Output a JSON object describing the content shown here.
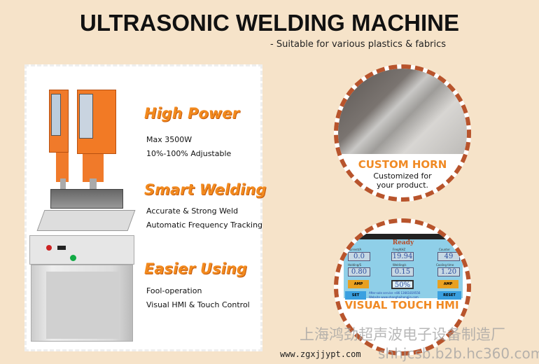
{
  "header": {
    "title": "ULTRASONIC WELDING MACHINE",
    "subtitle": "- Suitable for various plastics & fabrics"
  },
  "features": [
    {
      "heading": "High Power",
      "lines": [
        "Max 3500W",
        "10%-100% Adjustable"
      ]
    },
    {
      "heading": "Smart Welding",
      "lines": [
        "Accurate & Strong Weld",
        "Automatic Frequency Tracking"
      ]
    },
    {
      "heading": "Easier Using",
      "lines": [
        "Fool-operation",
        "Visual HMI & Touch Control"
      ]
    }
  ],
  "custom_horn": {
    "heading": "CUSTOM HORN",
    "text": "Customized for your product."
  },
  "visual_touch": {
    "heading": "VISUAL TOUCH HMI"
  },
  "hmi": {
    "status": "Ready",
    "current_label": "Current/A",
    "current": "0.0",
    "freq_label": "Freq/KHZ",
    "freq": "19.94",
    "counter_label": "Counter",
    "counter": "49",
    "holding_label": "Holding/S",
    "holding": "0.80",
    "welding_label": "Welding/s",
    "welding": "0.15",
    "cooling_label": "Cooling time",
    "cooling": "1.20",
    "amp": "50%",
    "amp_down": "AMP",
    "amp_up": "AMP",
    "set": "SET",
    "reset": "RESET",
    "service": "After-sale service  +86 13661819556",
    "website": "Website  www.shanghaihongjin.com"
  },
  "watermark": {
    "company": "上海鸿劲超声波电子设备制造厂",
    "site1": "www.zgxjjypt.com",
    "site2": "shhjcsb.b2b.hc360.com"
  },
  "colors": {
    "background": "#f6e3c9",
    "accent": "#f28a1e",
    "dash": "#b8542c"
  }
}
